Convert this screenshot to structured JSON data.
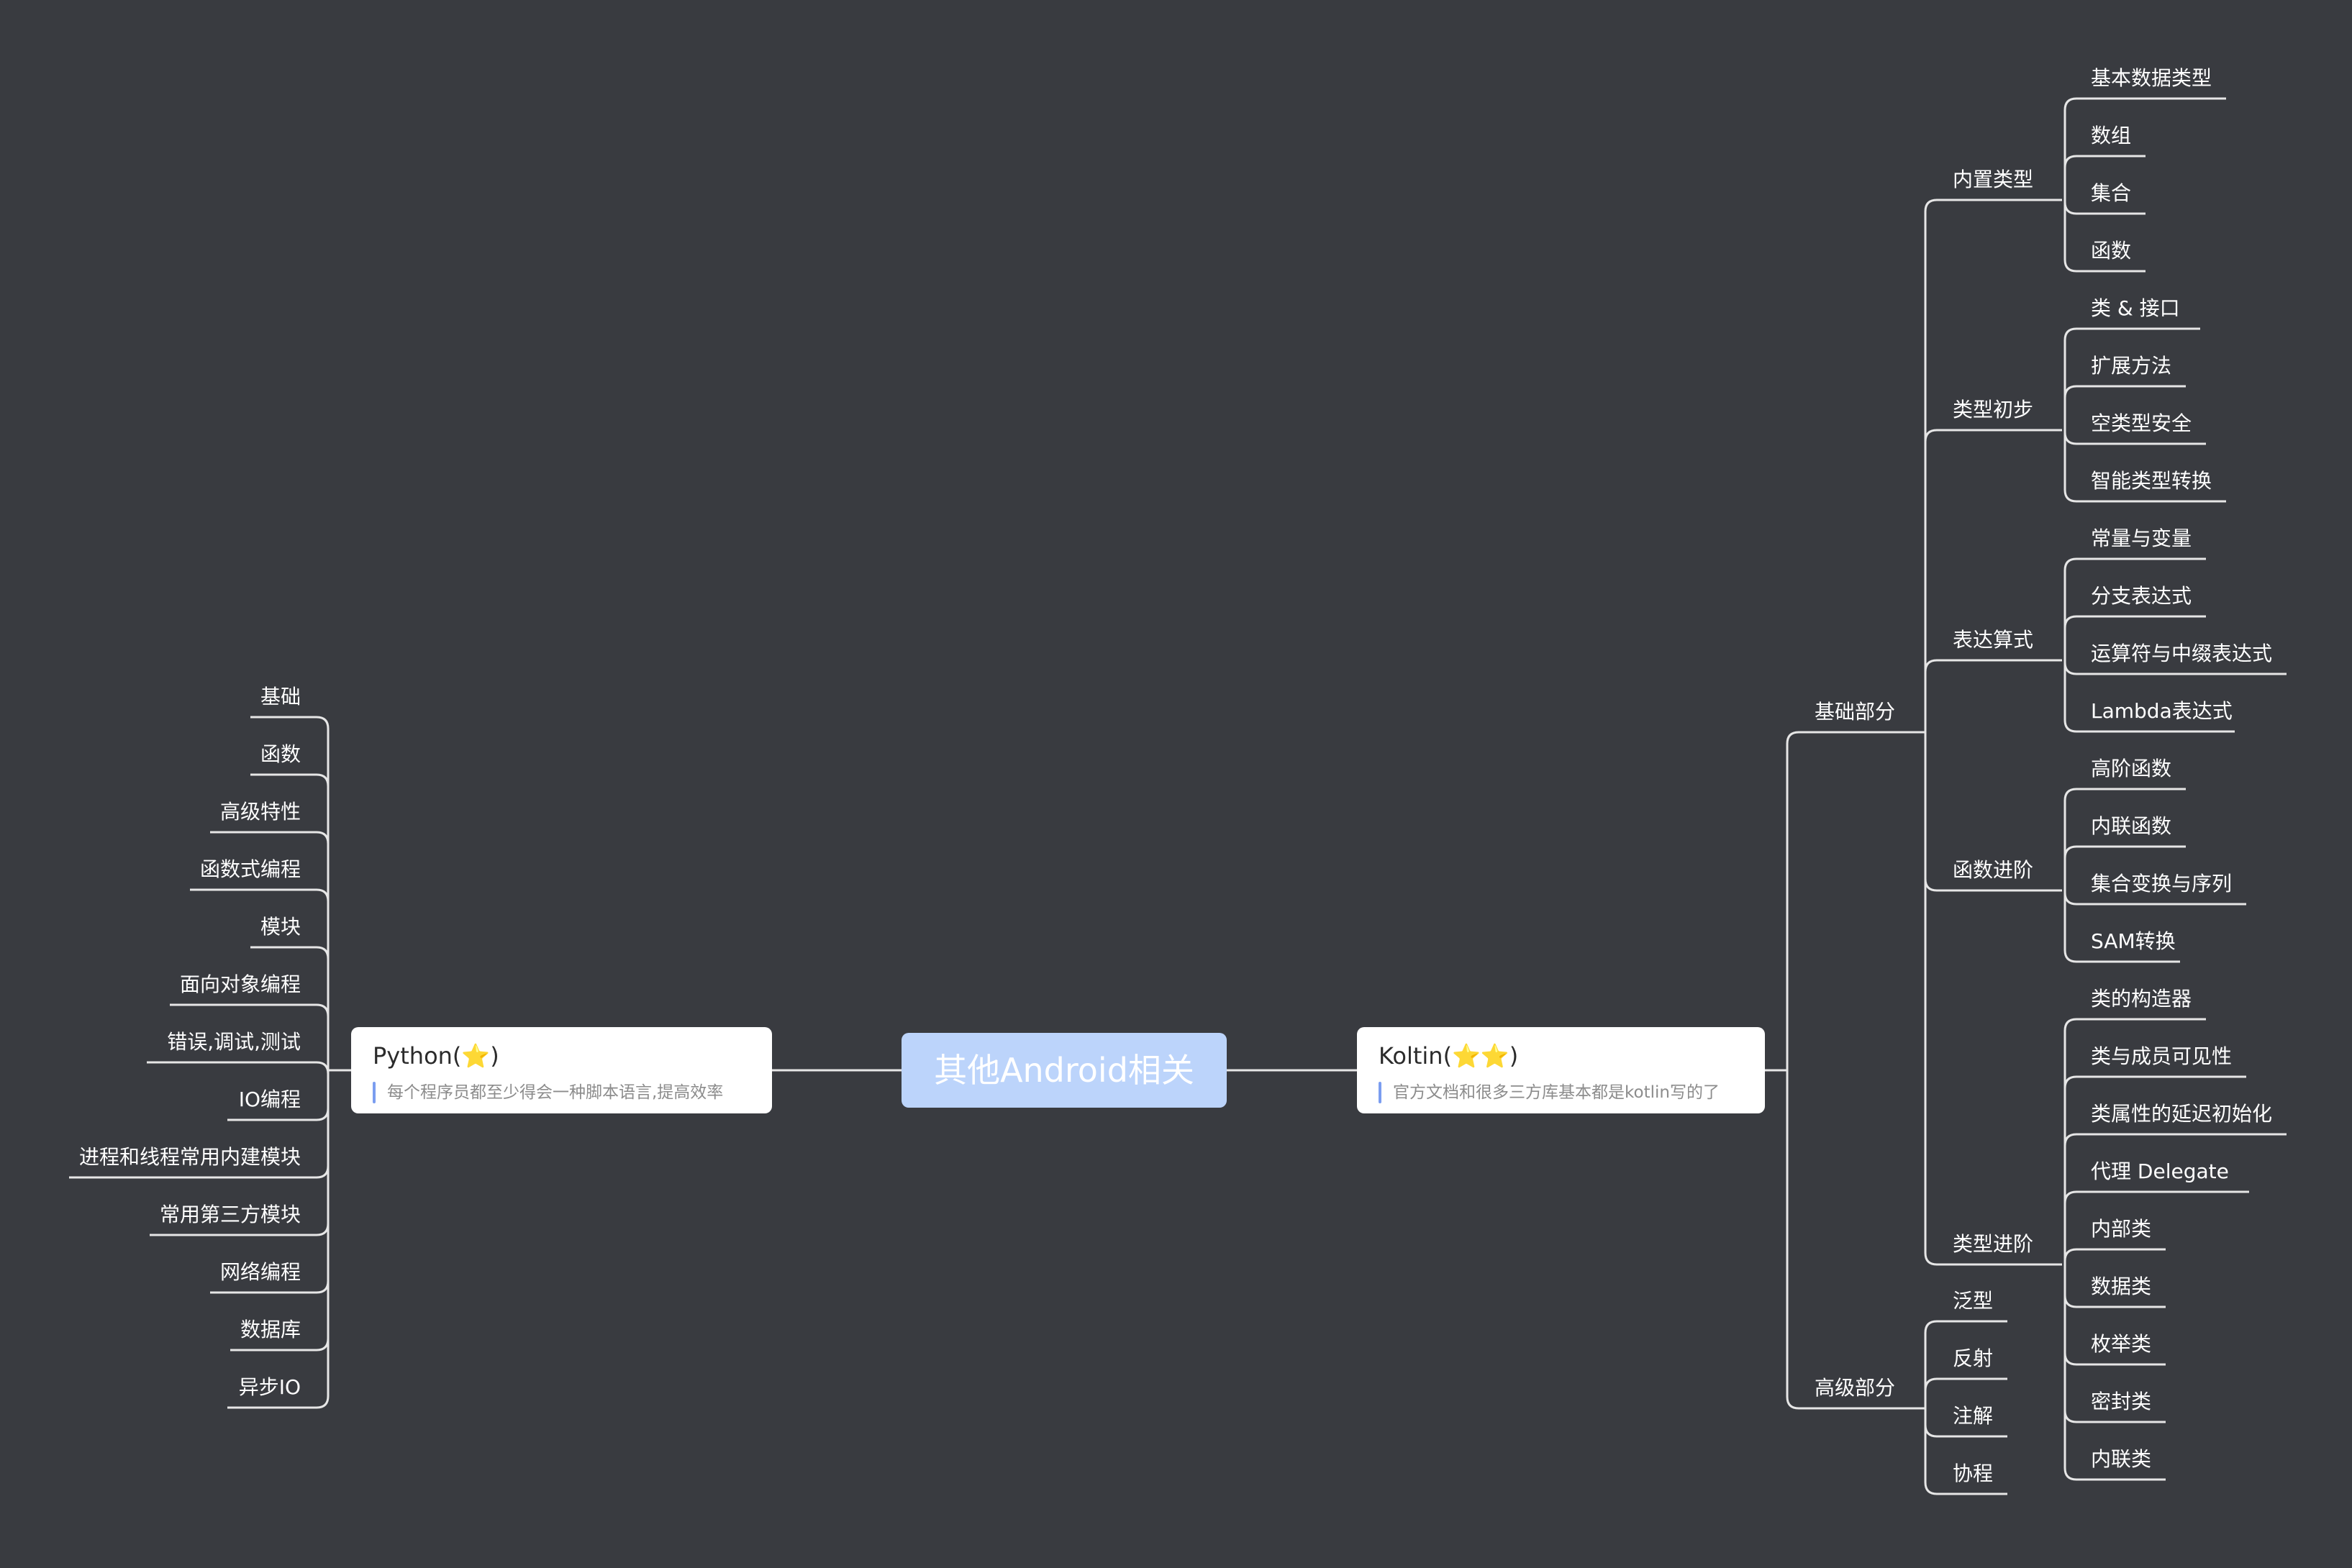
{
  "root": {
    "label": "其他Android相关"
  },
  "python": {
    "title": "Python(⭐)",
    "note": "每个程序员都至少得会一种脚本语言,提高效率",
    "children": [
      "基础",
      "函数",
      "高级特性",
      "函数式编程",
      "模块",
      "面向对象编程",
      "错误,调试,测试",
      "IO编程",
      "进程和线程常用内建模块",
      "常用第三方模块",
      "网络编程",
      "数据库",
      "异步IO"
    ]
  },
  "kotlin": {
    "title": "Koltin(⭐⭐)",
    "note": "官方文档和很多三方库基本都是kotlin写的了",
    "basic": {
      "label": "基础部分",
      "groups": [
        {
          "label": "内置类型",
          "children": [
            "基本数据类型",
            "数组",
            "集合",
            "函数"
          ]
        },
        {
          "label": "类型初步",
          "children": [
            "类 & 接口",
            "扩展方法",
            "空类型安全",
            "智能类型转换"
          ]
        },
        {
          "label": "表达算式",
          "children": [
            "常量与变量",
            "分支表达式",
            "运算符与中缀表达式",
            "Lambda表达式"
          ]
        },
        {
          "label": "函数进阶",
          "children": [
            "高阶函数",
            "内联函数",
            "集合变换与序列",
            "SAM转换"
          ]
        },
        {
          "label": "类型进阶",
          "children": [
            "类的构造器",
            "类与成员可见性",
            "类属性的延迟初始化",
            "代理 Delegate",
            "内部类",
            "数据类",
            "枚举类",
            "密封类",
            "内联类"
          ]
        }
      ]
    },
    "advanced": {
      "label": "高级部分",
      "children": [
        "泛型",
        "反射",
        "注解",
        "协程"
      ]
    }
  },
  "colors": {
    "background": "#393b40",
    "line": "#e6e6e6",
    "root_fill": "#bcd4fb",
    "note_bar": "#7b9df0"
  }
}
